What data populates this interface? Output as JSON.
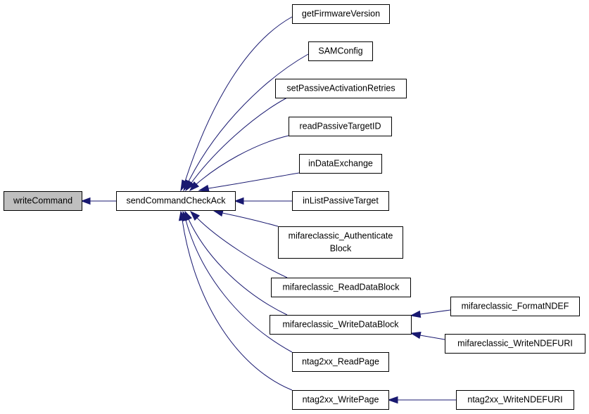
{
  "graph": {
    "nodes": {
      "writeCommand": {
        "lines": [
          "writeCommand"
        ],
        "highlighted": true
      },
      "sendCommandCheckAck": {
        "lines": [
          "sendCommandCheckAck"
        ]
      },
      "getFirmwareVersion": {
        "lines": [
          "getFirmwareVersion"
        ]
      },
      "SAMConfig": {
        "lines": [
          "SAMConfig"
        ]
      },
      "setPassiveActivationRetries": {
        "lines": [
          "setPassiveActivationRetries"
        ]
      },
      "readPassiveTargetID": {
        "lines": [
          "readPassiveTargetID"
        ]
      },
      "inDataExchange": {
        "lines": [
          "inDataExchange"
        ]
      },
      "inListPassiveTarget": {
        "lines": [
          "inListPassiveTarget"
        ]
      },
      "mifareclassic_AuthenticateBlock": {
        "lines": [
          "mifareclassic_Authenticate",
          "Block"
        ]
      },
      "mifareclassic_ReadDataBlock": {
        "lines": [
          "mifareclassic_ReadDataBlock"
        ]
      },
      "mifareclassic_WriteDataBlock": {
        "lines": [
          "mifareclassic_WriteDataBlock"
        ]
      },
      "ntag2xx_ReadPage": {
        "lines": [
          "ntag2xx_ReadPage"
        ]
      },
      "ntag2xx_WritePage": {
        "lines": [
          "ntag2xx_WritePage"
        ]
      },
      "mifareclassic_FormatNDEF": {
        "lines": [
          "mifareclassic_FormatNDEF"
        ]
      },
      "mifareclassic_WriteNDEFURI": {
        "lines": [
          "mifareclassic_WriteNDEFURI"
        ]
      },
      "ntag2xx_WriteNDEFURI": {
        "lines": [
          "ntag2xx_WriteNDEFURI"
        ]
      }
    },
    "edges": [
      {
        "from": "sendCommandCheckAck",
        "to": "writeCommand"
      },
      {
        "from": "getFirmwareVersion",
        "to": "sendCommandCheckAck"
      },
      {
        "from": "SAMConfig",
        "to": "sendCommandCheckAck"
      },
      {
        "from": "setPassiveActivationRetries",
        "to": "sendCommandCheckAck"
      },
      {
        "from": "readPassiveTargetID",
        "to": "sendCommandCheckAck"
      },
      {
        "from": "inDataExchange",
        "to": "sendCommandCheckAck"
      },
      {
        "from": "inListPassiveTarget",
        "to": "sendCommandCheckAck"
      },
      {
        "from": "mifareclassic_AuthenticateBlock",
        "to": "sendCommandCheckAck"
      },
      {
        "from": "mifareclassic_ReadDataBlock",
        "to": "sendCommandCheckAck"
      },
      {
        "from": "mifareclassic_WriteDataBlock",
        "to": "sendCommandCheckAck"
      },
      {
        "from": "ntag2xx_ReadPage",
        "to": "sendCommandCheckAck"
      },
      {
        "from": "ntag2xx_WritePage",
        "to": "sendCommandCheckAck"
      },
      {
        "from": "mifareclassic_FormatNDEF",
        "to": "mifareclassic_WriteDataBlock"
      },
      {
        "from": "mifareclassic_WriteNDEFURI",
        "to": "mifareclassic_WriteDataBlock"
      },
      {
        "from": "ntag2xx_WriteNDEFURI",
        "to": "ntag2xx_WritePage"
      }
    ],
    "colors": {
      "edge": "#191970",
      "node_border": "#000000",
      "node_fill": "#ffffff",
      "highlight_fill": "#bfbfbf",
      "background": "#ffffff"
    }
  }
}
